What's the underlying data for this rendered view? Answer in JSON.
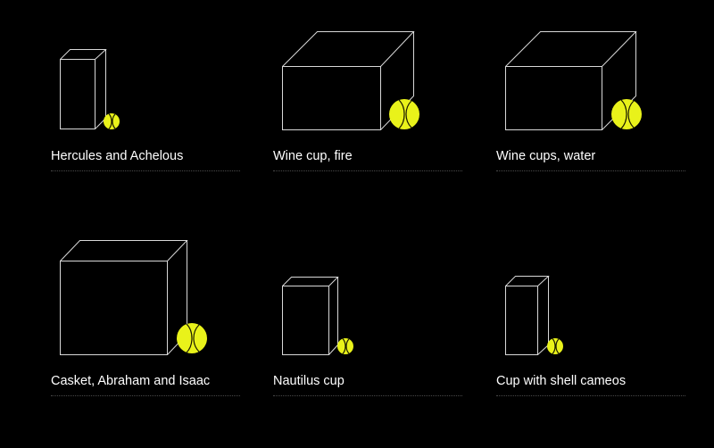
{
  "colors": {
    "background": "#000000",
    "box_outline": "#d8d8d8",
    "tennis_ball": "#e9f21a",
    "label_text": "#ffffff",
    "divider": "#4a4a4a"
  },
  "items": [
    {
      "label": "Hercules and Achelous",
      "icon": "tennis-ball-icon"
    },
    {
      "label": "Wine cup, fire",
      "icon": "tennis-ball-icon"
    },
    {
      "label": "Wine cups, water",
      "icon": "tennis-ball-icon"
    },
    {
      "label": "Casket, Abraham and Isaac",
      "icon": "tennis-ball-icon"
    },
    {
      "label": "Nautilus cup",
      "icon": "tennis-ball-icon"
    },
    {
      "label": "Cup with shell cameos",
      "icon": "tennis-ball-icon"
    }
  ]
}
